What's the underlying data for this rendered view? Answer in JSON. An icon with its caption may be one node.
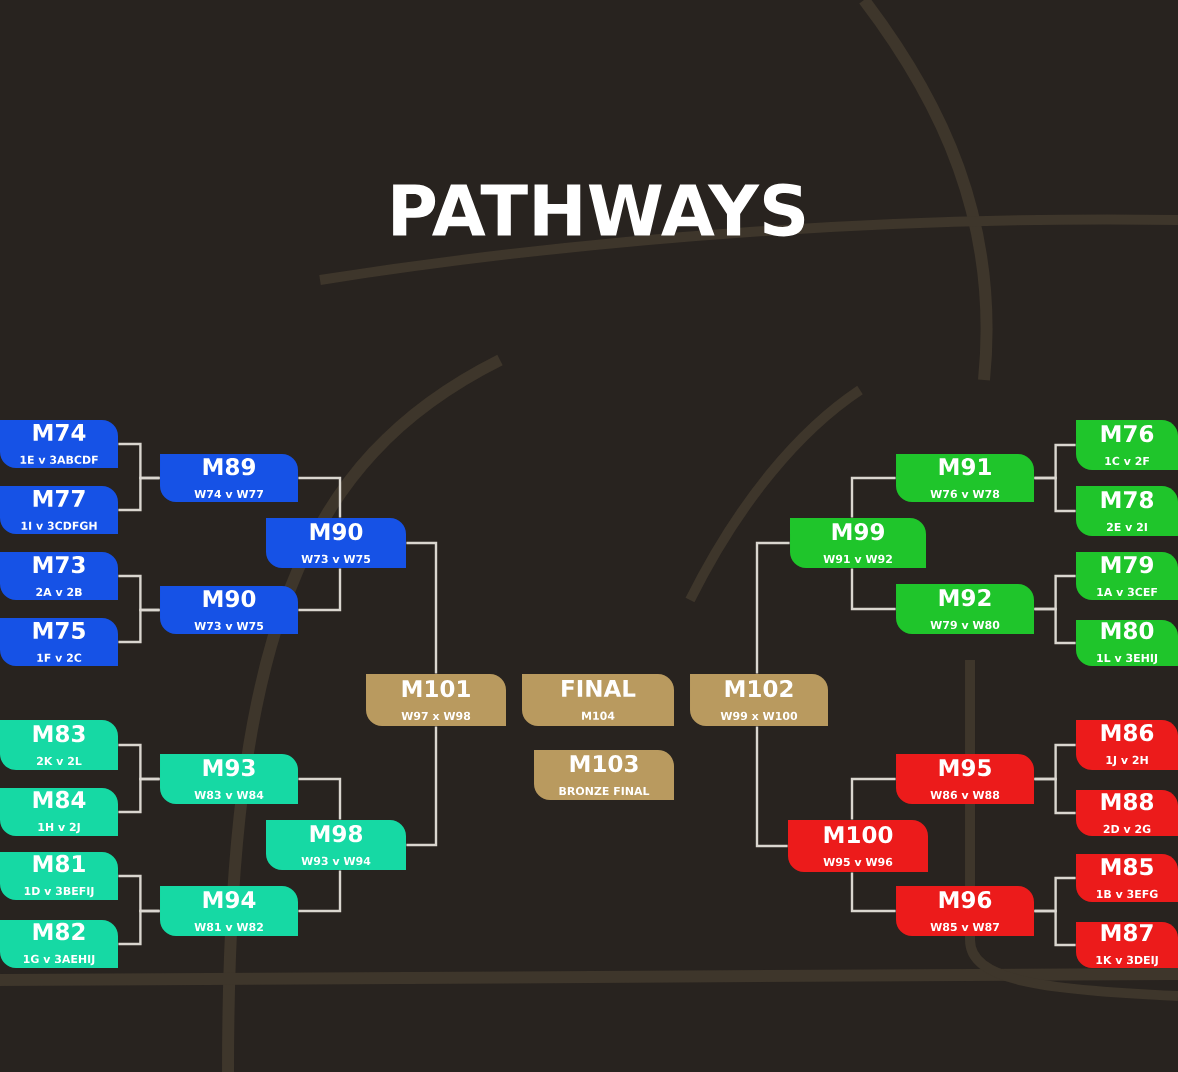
{
  "diagram": {
    "title": "PATHWAYS",
    "nodes": [
      {
        "text": [
          "M74",
          "1E v 3ABCDF"
        ]
      },
      {
        "text": [
          "M77",
          "1I v 3CDFGH"
        ]
      },
      {
        "text": [
          "M73",
          "2A v 2B"
        ]
      },
      {
        "text": [
          "M75",
          "1F v 2C"
        ]
      },
      {
        "text": [
          "M89",
          "W74 v W77"
        ]
      },
      {
        "text": [
          "M90",
          "W73 v W75"
        ]
      },
      {
        "text": [
          "M90",
          "W73 v W75"
        ]
      },
      {
        "text": [
          "M83",
          "2K v 2L"
        ]
      },
      {
        "text": [
          "M84",
          "1H v 2J"
        ]
      },
      {
        "text": [
          "M81",
          "1D v 3BEFIJ"
        ]
      },
      {
        "text": [
          "M82",
          "1G v 3AEHIJ"
        ]
      },
      {
        "text": [
          "M93",
          "W83 v W84"
        ]
      },
      {
        "text": [
          "M94",
          "W81 v W82"
        ]
      },
      {
        "text": [
          "M98",
          "W93 v W94"
        ]
      },
      {
        "text": [
          "M101",
          "W97 x W98"
        ]
      },
      {
        "text": [
          "FINAL",
          "M104"
        ]
      },
      {
        "text": [
          "M103",
          "BRONZE FINAL"
        ]
      },
      {
        "text": [
          "M102",
          "W99 x W100"
        ]
      },
      {
        "text": [
          "M99",
          "W91 v W92"
        ]
      },
      {
        "text": [
          "M91",
          "W76 v W78"
        ]
      },
      {
        "text": [
          "M92",
          "W79 v W80"
        ]
      },
      {
        "text": [
          "M76",
          "1C v 2F"
        ]
      },
      {
        "text": [
          "M78",
          "2E v 2I"
        ]
      },
      {
        "text": [
          "M79",
          "1A v 3CEF"
        ]
      },
      {
        "text": [
          "M80",
          "1L v 3EHIJ"
        ]
      },
      {
        "text": [
          "M100",
          "W95 v W96"
        ]
      },
      {
        "text": [
          "M95",
          "W86 v W88"
        ]
      },
      {
        "text": [
          "M96",
          "W85 v W87"
        ]
      },
      {
        "text": [
          "M86",
          "1J v 2H"
        ]
      },
      {
        "text": [
          "M88",
          "2D v 2G"
        ]
      },
      {
        "text": [
          "M85",
          "1B v 3EFG"
        ]
      },
      {
        "text": [
          "M87",
          "1K v 3DEIJ"
        ]
      }
    ],
    "edges": [
      {
        "from": 0,
        "to": 4,
        "arrow": "none"
      },
      {
        "from": 1,
        "to": 4,
        "arrow": "none"
      },
      {
        "from": 2,
        "to": 5,
        "arrow": "none"
      },
      {
        "from": 3,
        "to": 5,
        "arrow": "none"
      },
      {
        "from": 4,
        "to": 6,
        "arrow": "none"
      },
      {
        "from": 5,
        "to": 6,
        "arrow": "none"
      },
      {
        "from": 6,
        "to": 14,
        "arrow": "none"
      },
      {
        "from": 7,
        "to": 11,
        "arrow": "none"
      },
      {
        "from": 8,
        "to": 11,
        "arrow": "none"
      },
      {
        "from": 9,
        "to": 12,
        "arrow": "none"
      },
      {
        "from": 10,
        "to": 12,
        "arrow": "none"
      },
      {
        "from": 11,
        "to": 13,
        "arrow": "none"
      },
      {
        "from": 12,
        "to": 13,
        "arrow": "none"
      },
      {
        "from": 13,
        "to": 14,
        "arrow": "none"
      },
      {
        "from": 21,
        "to": 19,
        "arrow": "none"
      },
      {
        "from": 22,
        "to": 19,
        "arrow": "none"
      },
      {
        "from": 23,
        "to": 20,
        "arrow": "none"
      },
      {
        "from": 24,
        "to": 20,
        "arrow": "none"
      },
      {
        "from": 19,
        "to": 18,
        "arrow": "none"
      },
      {
        "from": 20,
        "to": 18,
        "arrow": "none"
      },
      {
        "from": 18,
        "to": 17,
        "arrow": "none"
      },
      {
        "from": 28,
        "to": 26,
        "arrow": "none"
      },
      {
        "from": 29,
        "to": 26,
        "arrow": "none"
      },
      {
        "from": 30,
        "to": 27,
        "arrow": "none"
      },
      {
        "from": 31,
        "to": 27,
        "arrow": "none"
      },
      {
        "from": 26,
        "to": 25,
        "arrow": "none"
      },
      {
        "from": 27,
        "to": 25,
        "arrow": "none"
      },
      {
        "from": 25,
        "to": 17,
        "arrow": "none"
      }
    ]
  }
}
